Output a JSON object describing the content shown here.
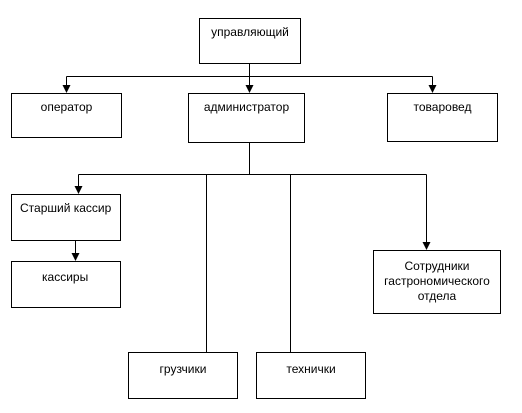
{
  "org_chart": {
    "top": {
      "label": "управляющий"
    },
    "level2": {
      "operator": {
        "label": "оператор"
      },
      "administrator": {
        "label": "администратор"
      },
      "merchandiser": {
        "label": "товаровед"
      }
    },
    "level3": {
      "senior_cashier": {
        "label": "Старший кассир"
      },
      "cashiers": {
        "label": "кассиры"
      },
      "gastronomy_staff": {
        "label": "Сотрудники\nгастрономического\nотдела"
      },
      "loaders": {
        "label": "грузчики"
      },
      "technicians": {
        "label": "технички"
      }
    }
  }
}
